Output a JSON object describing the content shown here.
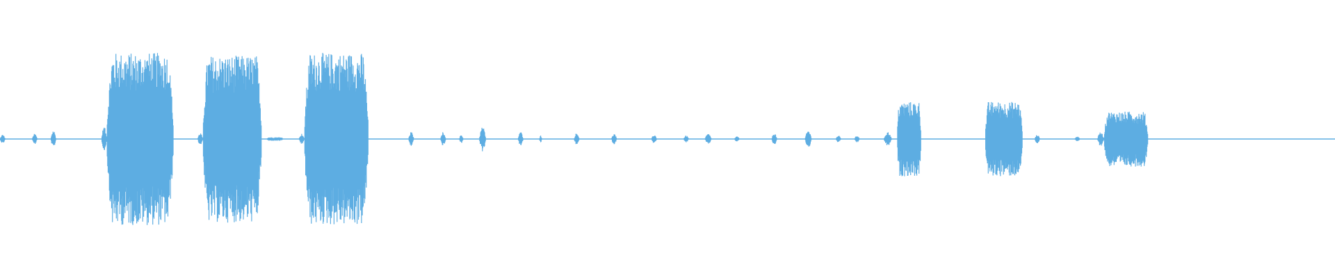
{
  "waveform": {
    "color": "#5dade2",
    "background": "#ffffff",
    "center_amplitude": 0.0,
    "segments": [
      {
        "t0": 0.0,
        "t1": 0.004,
        "amp": 0.05
      },
      {
        "t0": 0.024,
        "t1": 0.028,
        "amp": 0.06
      },
      {
        "t0": 0.038,
        "t1": 0.042,
        "amp": 0.1
      },
      {
        "t0": 0.076,
        "t1": 0.08,
        "amp": 0.14
      },
      {
        "t0": 0.08,
        "t1": 0.13,
        "amp": 0.97
      },
      {
        "t0": 0.148,
        "t1": 0.152,
        "amp": 0.07
      },
      {
        "t0": 0.152,
        "t1": 0.196,
        "amp": 0.94
      },
      {
        "t0": 0.2,
        "t1": 0.212,
        "amp": 0.02
      },
      {
        "t0": 0.224,
        "t1": 0.228,
        "amp": 0.06
      },
      {
        "t0": 0.228,
        "t1": 0.276,
        "amp": 0.97
      },
      {
        "t0": 0.306,
        "t1": 0.31,
        "amp": 0.08
      },
      {
        "t0": 0.33,
        "t1": 0.334,
        "amp": 0.08
      },
      {
        "t0": 0.344,
        "t1": 0.347,
        "amp": 0.05
      },
      {
        "t0": 0.359,
        "t1": 0.364,
        "amp": 0.14
      },
      {
        "t0": 0.388,
        "t1": 0.392,
        "amp": 0.08
      },
      {
        "t0": 0.404,
        "t1": 0.406,
        "amp": 0.04
      },
      {
        "t0": 0.43,
        "t1": 0.434,
        "amp": 0.07
      },
      {
        "t0": 0.458,
        "t1": 0.462,
        "amp": 0.06
      },
      {
        "t0": 0.488,
        "t1": 0.492,
        "amp": 0.05
      },
      {
        "t0": 0.512,
        "t1": 0.516,
        "amp": 0.04
      },
      {
        "t0": 0.528,
        "t1": 0.533,
        "amp": 0.06
      },
      {
        "t0": 0.55,
        "t1": 0.554,
        "amp": 0.03
      },
      {
        "t0": 0.578,
        "t1": 0.582,
        "amp": 0.07
      },
      {
        "t0": 0.603,
        "t1": 0.608,
        "amp": 0.1
      },
      {
        "t0": 0.626,
        "t1": 0.63,
        "amp": 0.04
      },
      {
        "t0": 0.64,
        "t1": 0.644,
        "amp": 0.04
      },
      {
        "t0": 0.662,
        "t1": 0.668,
        "amp": 0.08
      },
      {
        "t0": 0.672,
        "t1": 0.69,
        "amp": 0.42
      },
      {
        "t0": 0.738,
        "t1": 0.766,
        "amp": 0.42
      },
      {
        "t0": 0.775,
        "t1": 0.779,
        "amp": 0.05
      },
      {
        "t0": 0.805,
        "t1": 0.809,
        "amp": 0.03
      },
      {
        "t0": 0.822,
        "t1": 0.827,
        "amp": 0.08
      },
      {
        "t0": 0.827,
        "t1": 0.86,
        "amp": 0.31
      }
    ]
  }
}
